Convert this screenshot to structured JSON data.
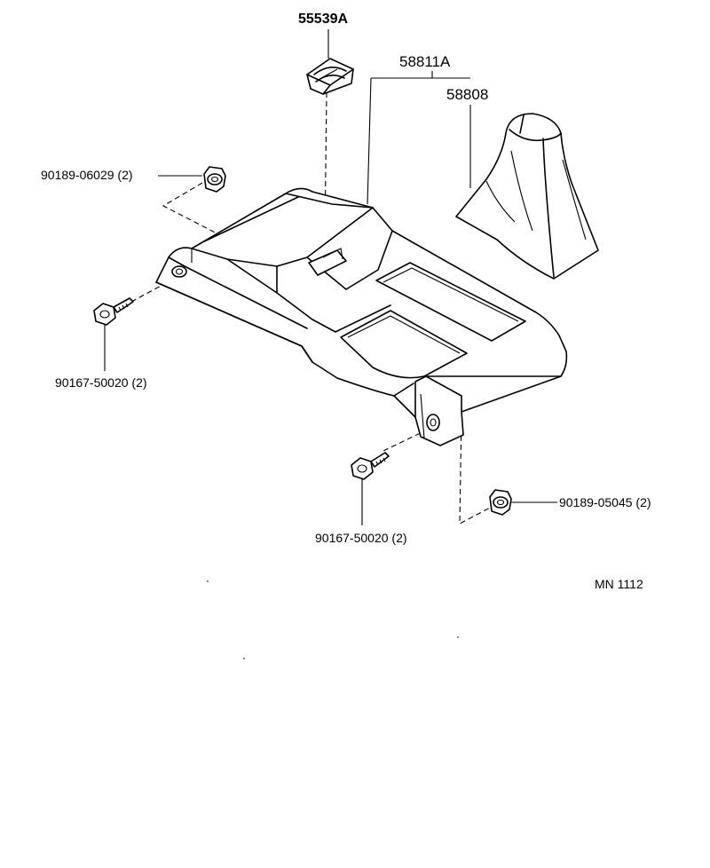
{
  "labels": {
    "clip_part": "55539A",
    "console_part": "58811A",
    "boot_part": "58808",
    "nut_top_left": "90189-06029 (2)",
    "screw_left": "90167-50020 (2)",
    "screw_center": "90167-50020 (2)",
    "nut_right": "90189-05045 (2)",
    "diagram_ref": "MN 1112"
  }
}
